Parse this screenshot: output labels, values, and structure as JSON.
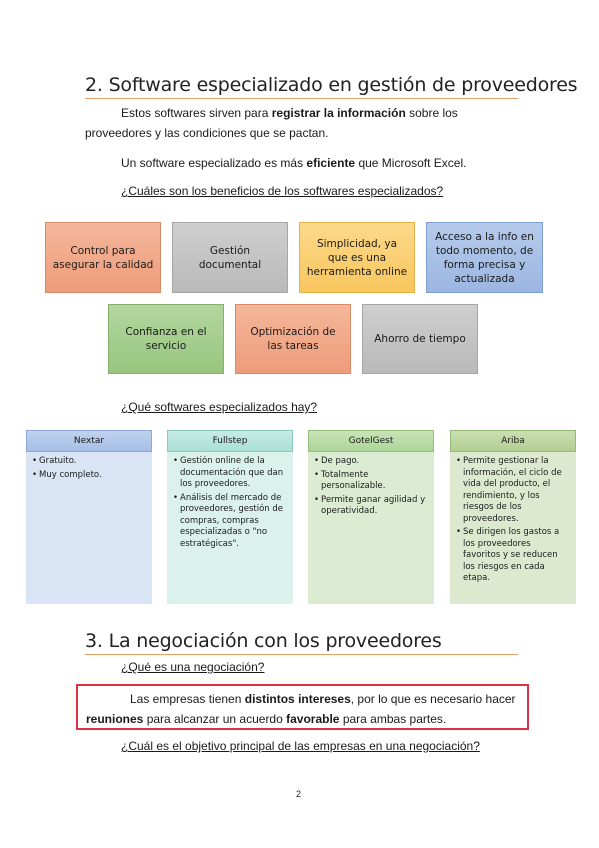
{
  "section2": {
    "heading": "2. Software especializado en gestión de proveedores",
    "para1": {
      "pre": "Estos softwares sirven para ",
      "bold": "registrar la información",
      "post": " sobre los proveedores y las condiciones que se pactan."
    },
    "para2": {
      "pre": "Un software especializado es más ",
      "bold": "eficiente",
      "post": " que Microsoft Excel."
    },
    "question1": "¿Cuáles son los beneficios de los softwares especializados?",
    "benefits": [
      "Control para asegurar la calidad",
      "Gestión documental",
      "Simplicidad, ya que es una herramienta online",
      "Acceso a la info en todo momento, de forma precisa y actualizada",
      "Confianza en el servicio",
      "Optimización de las tareas",
      "Ahorro de tiempo"
    ],
    "question2": "¿Qué softwares especializados hay?",
    "softwares": [
      {
        "name": "Nextar",
        "points": [
          "Gratuito.",
          "Muy completo."
        ]
      },
      {
        "name": "Fullstep",
        "points": [
          "Gestión online de la documentación que dan los proveedores.",
          "Análisis del mercado de proveedores, gestión de compras, compras especializadas o \"no estratégicas\"."
        ]
      },
      {
        "name": "GotelGest",
        "points": [
          "De pago.",
          "Totalmente personalizable.",
          "Permite ganar agilidad y operatividad."
        ]
      },
      {
        "name": "Ariba",
        "points": [
          "Permite gestionar la información, el ciclo de vida del producto, el rendimiento, y los riesgos de los proveedores.",
          "Se dirigen los gastos a los proveedores favoritos y se reducen los riesgos en cada etapa."
        ]
      }
    ]
  },
  "section3": {
    "heading": "3. La negociación con los proveedores",
    "question1": "¿Qué es una negociación?",
    "definition": {
      "t1": "Las empresas tienen ",
      "b1": "distintos intereses",
      "t2": ", por lo que es necesario hacer ",
      "b2": "reuniones",
      "t3": " para alcanzar un acuerdo ",
      "b3": "favorable",
      "t4": " para ambas partes."
    },
    "question2": "¿Cuál es el objetivo principal de las empresas en una negociación?"
  },
  "page_number": "2",
  "colors": {
    "heading_rule": "#e8a06a",
    "highlight_border": "#d8334a"
  }
}
